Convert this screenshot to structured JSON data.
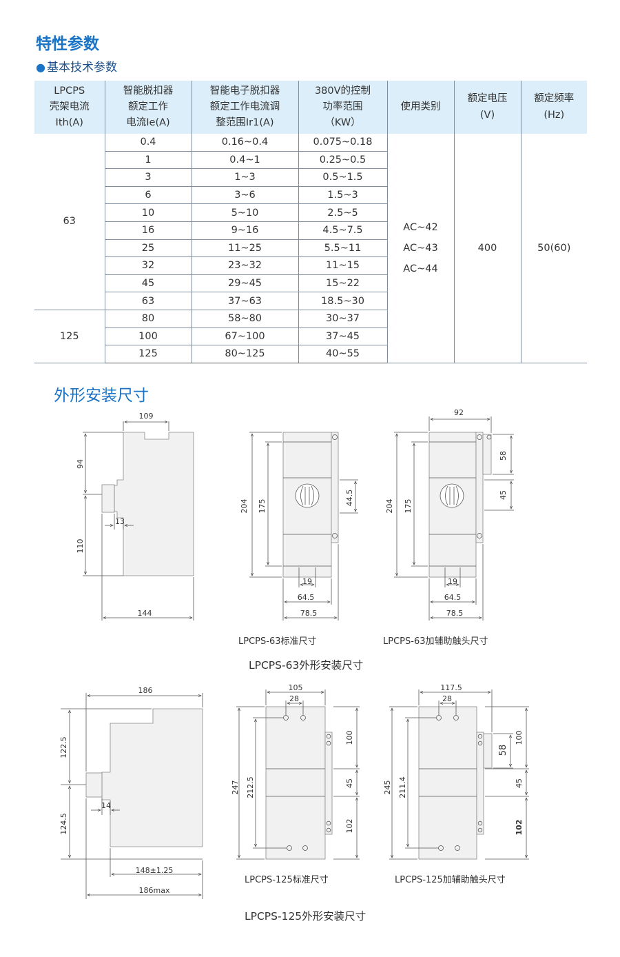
{
  "section1_title": "特性参数",
  "section1_subtitle": "基本技术参数",
  "table": {
    "headers": [
      [
        "LPCPS",
        "壳架电流",
        "Ith(A)"
      ],
      [
        "智能脱扣器",
        "额定工作",
        "电流Ie(A)"
      ],
      [
        "智能电子脱扣器",
        "额定工作电流调",
        "整范围Ir1(A)"
      ],
      [
        "380V的控制",
        "功率范围",
        "（KW）"
      ],
      [
        "使用类别"
      ],
      [
        "额定电压",
        "(V)"
      ],
      [
        "额定频率",
        "(Hz)"
      ]
    ],
    "frame_63": "63",
    "frame_125": "125",
    "rows": [
      [
        "0.4",
        "0.16~0.4",
        "0.075~0.18"
      ],
      [
        "1",
        "0.4~1",
        "0.25~0.5"
      ],
      [
        "3",
        "1~3",
        "0.5~1.5"
      ],
      [
        "6",
        "3~6",
        "1.5~3"
      ],
      [
        "10",
        "5~10",
        "2.5~5"
      ],
      [
        "16",
        "9~16",
        "4.5~7.5"
      ],
      [
        "25",
        "11~25",
        "5.5~11"
      ],
      [
        "32",
        "23~32",
        "11~15"
      ],
      [
        "45",
        "29~45",
        "15~22"
      ],
      [
        "63",
        "37~63",
        "18.5~30"
      ],
      [
        "80",
        "58~80",
        "30~37"
      ],
      [
        "100",
        "67~100",
        "37~45"
      ],
      [
        "125",
        "80~125",
        "40~55"
      ]
    ],
    "categories": [
      "AC~42",
      "AC~43",
      "AC~44"
    ],
    "voltage": "400",
    "frequency": "50(60)"
  },
  "section2_title": "外形安装尺寸",
  "drawings": {
    "d63_side": {
      "w": "109",
      "h_top": "94",
      "h_bot": "110",
      "knob": "13",
      "total": "144"
    },
    "d63_std": {
      "h_total": "204",
      "h_inner": "175",
      "h_knob": "44.5",
      "w_19": "19",
      "w_645": "64.5",
      "w_785": "78.5"
    },
    "d63_aux": {
      "w_top": "92",
      "h_58": "58",
      "h_45": "45",
      "h_total": "204",
      "h_inner": "175",
      "w_19": "19",
      "w_645": "64.5",
      "w_785": "78.5"
    },
    "d125_side": {
      "w": "186",
      "h_top": "122.5",
      "h_bot": "124.5",
      "knob": "14",
      "w_148": "148±1.25",
      "w_max": "186max"
    },
    "d125_std": {
      "w_top": "105",
      "w_28": "28",
      "h_total": "247",
      "h_inner": "212.5",
      "h_100": "100",
      "h_45": "45",
      "h_102": "102"
    },
    "d125_aux": {
      "w_top": "117.5",
      "w_28": "28",
      "h_total": "245",
      "h_inner": "211.4",
      "h_58": "58",
      "h_100": "100",
      "h_45": "45",
      "h_102": "102"
    }
  },
  "captions": {
    "std63": "LPCPS-63标准尺寸",
    "aux63": "LPCPS-63加辅助触头尺寸",
    "main63": "LPCPS-63外形安装尺寸",
    "std125": "LPCPS-125标准尺寸",
    "aux125": "LPCPS-125加辅助触头尺寸",
    "main125": "LPCPS-125外形安装尺寸"
  }
}
